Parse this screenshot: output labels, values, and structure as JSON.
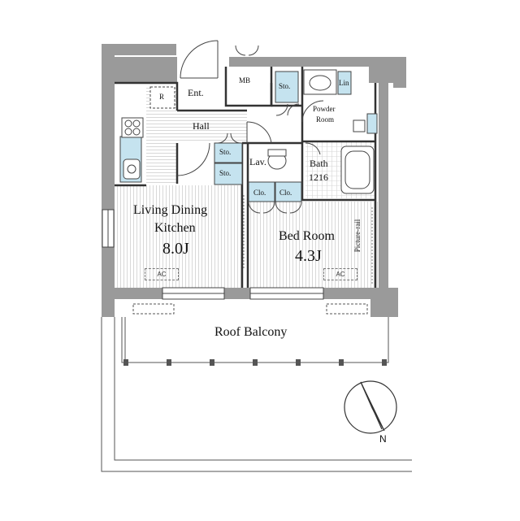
{
  "plan": {
    "rooms": {
      "entrance": "Ent.",
      "meter_box": "MB",
      "storage_entry": "Sto.",
      "refrigerator": "R",
      "hall": "Hall",
      "powder_room_line1": "Powder",
      "powder_room_line2": "Room",
      "linen": "Lin",
      "storage_1": "Sto.",
      "storage_2": "Sto.",
      "lavatory": "Lav.",
      "bath": "Bath",
      "bath_size": "1216",
      "closet_1": "Clo.",
      "closet_2": "Clo.",
      "ldk_line1": "Living Dining",
      "ldk_line2": "Kitchen",
      "ldk_size": "8.0J",
      "bedroom": "Bed Room",
      "bedroom_size": "4.3J",
      "picture_rail": "Picture-rail",
      "ac_1": "AC",
      "ac_2": "AC",
      "balcony": "Roof Balcony",
      "north": "N"
    },
    "colors": {
      "wall": "#9a9a9a",
      "fixture": "#c5e3ef",
      "line": "#444444"
    }
  }
}
